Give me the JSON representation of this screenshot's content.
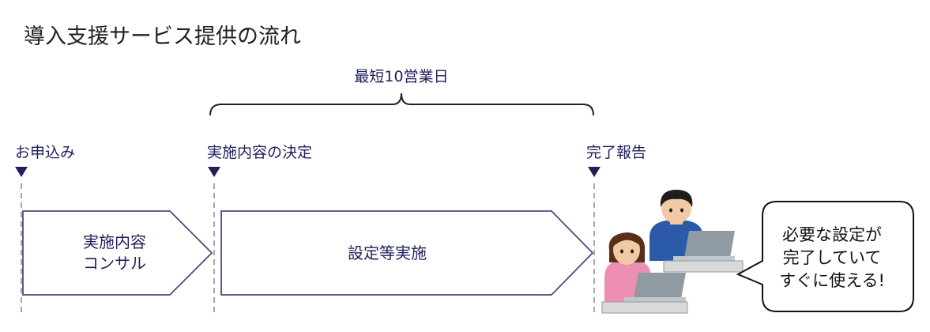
{
  "title": "導入支援サービス提供の流れ",
  "duration_label": "最短10営業日",
  "milestones": [
    {
      "label": "お申込み"
    },
    {
      "label": "実施内容の決定"
    },
    {
      "label": "完了報告"
    }
  ],
  "phases": [
    {
      "line1": "実施内容",
      "line2": "コンサル"
    },
    {
      "line1": "設定等実施"
    }
  ],
  "speech_bubble": {
    "line1": "必要な設定が",
    "line2": "完了していて",
    "line3": "すぐに使える!"
  },
  "colors": {
    "navy": "#1f1f5a",
    "arrow_border": "#4d4a7e",
    "guide_line": "#8a8a8a"
  }
}
